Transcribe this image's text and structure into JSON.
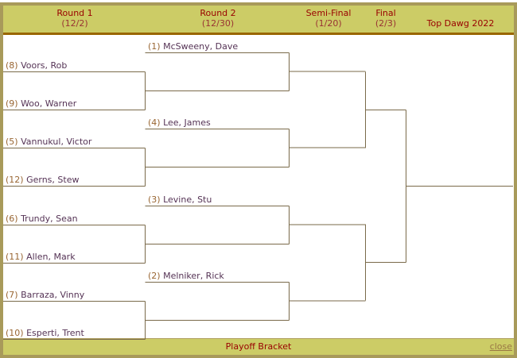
{
  "header": {
    "columns": [
      {
        "title": "Round 1",
        "date": "(12/2)"
      },
      {
        "title": "Round 2",
        "date": "(12/30)"
      },
      {
        "title": "Semi-Final",
        "date": "(1/20)"
      },
      {
        "title": "Final",
        "date": "(2/3)"
      },
      {
        "title": "Top Dawg 2022",
        "date": ""
      }
    ]
  },
  "round1": [
    {
      "seed": "(8)",
      "name": "Voors, Rob"
    },
    {
      "seed": "(9)",
      "name": "Woo, Warner"
    },
    {
      "seed": "(5)",
      "name": "Vannukul, Victor"
    },
    {
      "seed": "(12)",
      "name": "Gerns, Stew"
    },
    {
      "seed": "(6)",
      "name": "Trundy, Sean"
    },
    {
      "seed": "(11)",
      "name": "Allen, Mark"
    },
    {
      "seed": "(7)",
      "name": "Barraza, Vinny"
    },
    {
      "seed": "(10)",
      "name": "Esperti, Trent"
    }
  ],
  "round2": [
    {
      "seed": "(1)",
      "name": "McSweeny, Dave"
    },
    {
      "seed": "(4)",
      "name": "Lee, James"
    },
    {
      "seed": "(3)",
      "name": "Levine, Stu"
    },
    {
      "seed": "(2)",
      "name": "Melniker, Rick"
    }
  ],
  "footer": {
    "title": "Playoff Bracket",
    "close": "close"
  },
  "colors": {
    "header_bg": "#cccc66",
    "header_text": "#990000",
    "line": "#7a6a4a",
    "border": "#a89a5a"
  }
}
